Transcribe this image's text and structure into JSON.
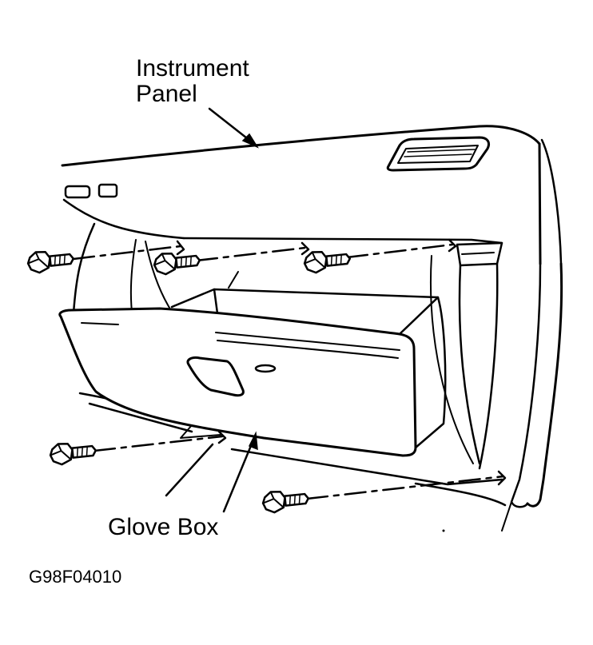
{
  "labels": {
    "instrument_panel_line1": "Instrument",
    "instrument_panel_line2": "Panel",
    "glove_box": "Glove Box",
    "figure_code": "G98F04010"
  },
  "colors": {
    "ink": "#000000",
    "paper": "#ffffff"
  }
}
